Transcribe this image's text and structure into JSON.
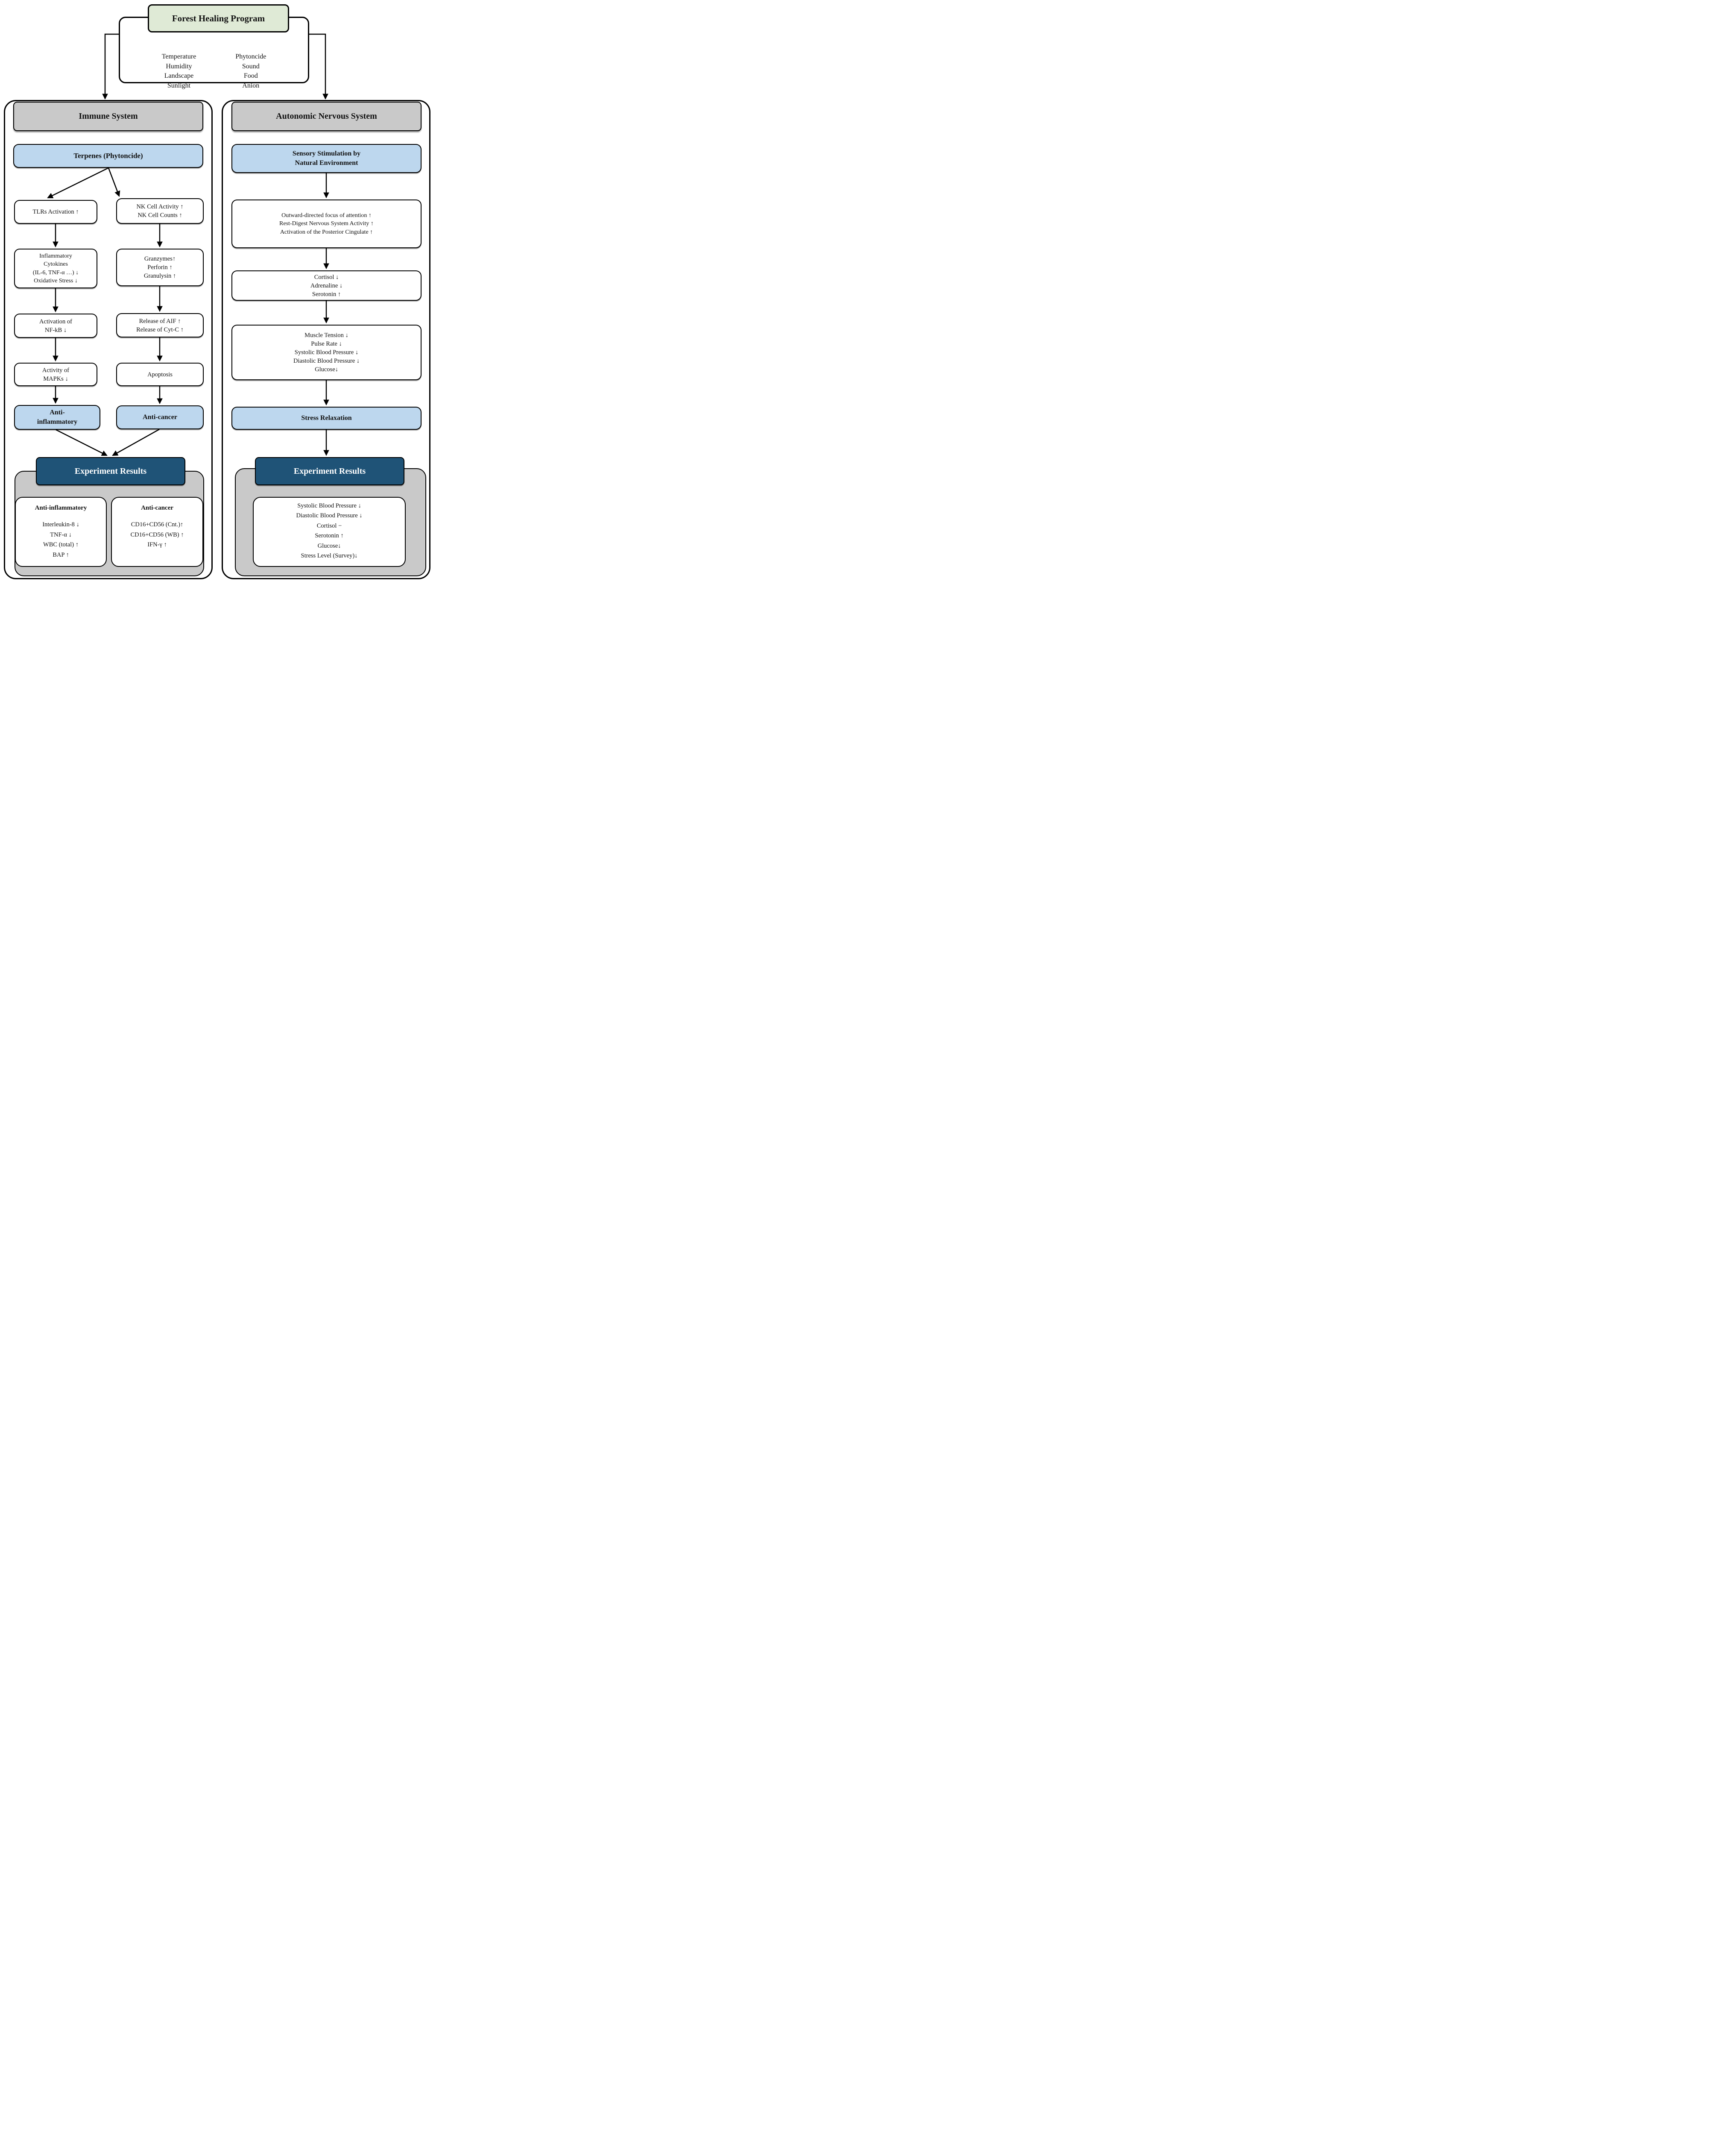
{
  "program": {
    "title": "Forest Healing Program",
    "factors_col1": [
      "Temperature",
      "Humidity",
      "Landscape",
      "Sunlight"
    ],
    "factors_col2": [
      "Phytoncide",
      "Sound",
      "Food",
      "Anion"
    ]
  },
  "immune": {
    "header": "Immune System",
    "stimulus": "Terpenes (Phytoncide)",
    "tlrs": [
      "TLRs Activation ↑"
    ],
    "nk": [
      "NK Cell Activity ↑",
      "NK Cell Counts ↑"
    ],
    "cytokines": [
      "Inflammatory",
      "Cytokines",
      "(IL-6, TNF-α …) ↓",
      "Oxidative Stress ↓"
    ],
    "granzymes": [
      "Granzymes↑",
      "Perforin ↑",
      "Granulysin ↑"
    ],
    "nfkb": [
      "Activation of",
      "NF-kB ↓"
    ],
    "release": [
      "Release of AIF ↑",
      "Release of Cyt-C ↑"
    ],
    "mapks": [
      "Activity of",
      "MAPKs ↓"
    ],
    "apoptosis": [
      "Apoptosis"
    ],
    "outcome_inflammatory": [
      "Anti-",
      "inflammatory"
    ],
    "outcome_cancer": [
      "Anti-cancer"
    ],
    "results_title": "Experiment Results",
    "results_antiinflammatory": {
      "title": "Anti-inflammatory",
      "lines": [
        "Interleukin-8 ↓",
        "TNF-α ↓",
        "WBC (total) ↑",
        "BAP ↑"
      ]
    },
    "results_anticancer": {
      "title": "Anti-cancer",
      "lines": [
        "CD16+CD56 (Cnt.)↑",
        "CD16+CD56 (WB) ↑",
        "IFN-γ ↑"
      ]
    }
  },
  "autonomic": {
    "header": "Autonomic Nervous System",
    "stimulus": [
      "Sensory Stimulation by",
      "Natural Environment"
    ],
    "attention": [
      "Outward-directed focus of attention ↑",
      "Rest-Digest Nervous System Activity ↑",
      "Activation of the Posterior Cingulate ↑"
    ],
    "hormones": [
      "Cortisol ↓",
      "Adrenaline ↓",
      "Serotonin ↑"
    ],
    "physiology": [
      "Muscle Tension ↓",
      "Pulse Rate ↓",
      "Systolic Blood Pressure ↓",
      "Diastolic Blood Pressure ↓",
      "Glucose↓"
    ],
    "outcome": "Stress Relaxation",
    "results_title": "Experiment Results",
    "results": {
      "lines": [
        "Systolic Blood Pressure ↓",
        "Diastolic Blood Pressure ↓",
        "Cortisol −",
        "Serotonin ↑",
        "Glucose↓",
        "Stress Level (Survey)↓"
      ]
    }
  },
  "colors": {
    "program_fill": "#dfead6",
    "system_header_fill": "#c9c9c9",
    "stage_fill": "#bdd7ee",
    "results_header_fill": "#1f5377",
    "results_shell_fill": "#c9c9c9",
    "node_fill": "#ffffff",
    "line": "#000000"
  }
}
